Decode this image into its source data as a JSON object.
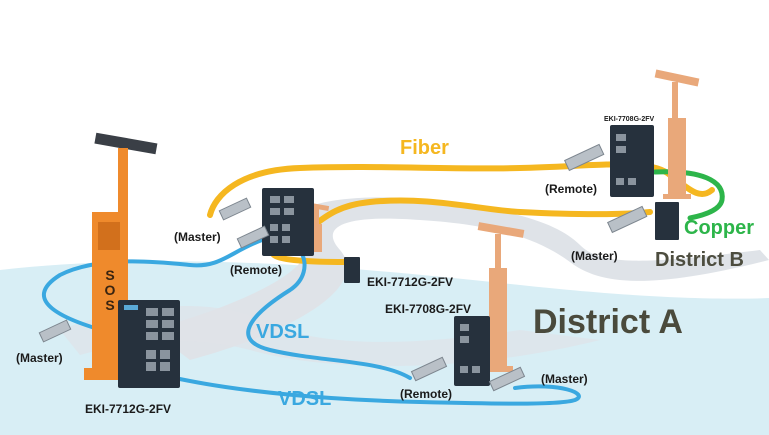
{
  "colors": {
    "fiber": "#f5b720",
    "copper": "#2db54a",
    "vdsl": "#3aa8e0",
    "road": "#dfe3e8",
    "ground": "#d8eef5",
    "pole": "#ef8a2c",
    "pole_faded": "#e9a87a",
    "switch": "#26313d",
    "district_text": "#4a4a3c"
  },
  "media_labels": {
    "fiber": "Fiber",
    "copper": "Copper",
    "vdsl_1": "VDSL",
    "vdsl_2": "VDSL"
  },
  "districts": {
    "a": "District A",
    "b": "District B"
  },
  "devices": {
    "main_switch": "EKI-7712G-2FV",
    "mid_switch": "EKI-7712G-2FV",
    "district_a_switch": "EKI-7708G-2FV",
    "district_b_switch": "EKI-7708G-2FV"
  },
  "sfp_labels": {
    "left_master": "(Master)",
    "upper_master": "(Master)",
    "upper_remote": "(Remote)",
    "b_remote": "(Remote)",
    "b_master": "(Master)",
    "a_remote": "(Remote)",
    "a_master": "(Master)"
  },
  "sos_text": [
    "S",
    "O",
    "S"
  ]
}
